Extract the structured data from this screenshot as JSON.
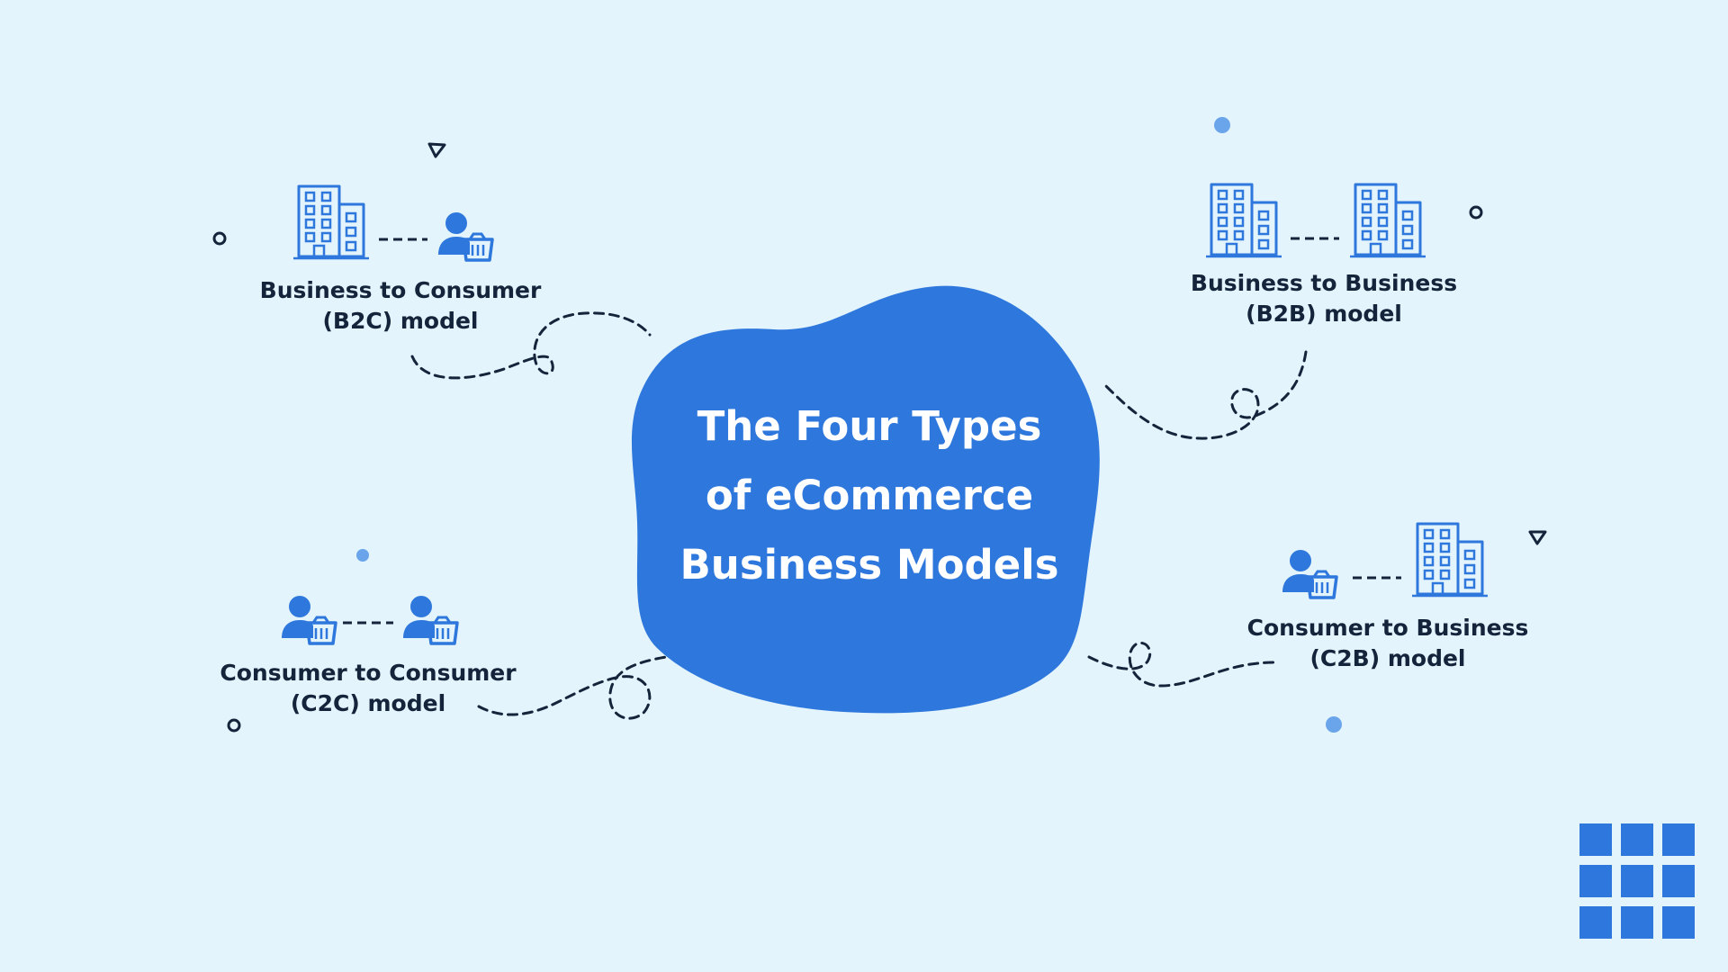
{
  "center": {
    "title_lines": [
      "The Four Types",
      "of eCommerce",
      "Business Models"
    ]
  },
  "models": {
    "b2c": {
      "line1": "Business to Consumer",
      "line2": "(B2C) model",
      "left_icon": "office-building-icon",
      "right_icon": "consumer-with-basket-icon"
    },
    "b2b": {
      "line1": "Business to Business",
      "line2": "(B2B) model",
      "left_icon": "office-building-icon",
      "right_icon": "office-building-icon"
    },
    "c2c": {
      "line1": "Consumer to Consumer",
      "line2": "(C2C) model",
      "left_icon": "consumer-with-basket-icon",
      "right_icon": "consumer-with-basket-icon"
    },
    "c2b": {
      "line1": "Consumer to Business",
      "line2": "(C2B) model",
      "left_icon": "consumer-with-basket-icon",
      "right_icon": "office-building-icon"
    }
  },
  "colors": {
    "background": "#e3f4fd",
    "accent": "#2e77dc",
    "dot_light": "#6aa4ea",
    "text_dark": "#14243a",
    "line_dark": "#14243a"
  },
  "logo": {
    "icon": "grid-logo-icon"
  }
}
